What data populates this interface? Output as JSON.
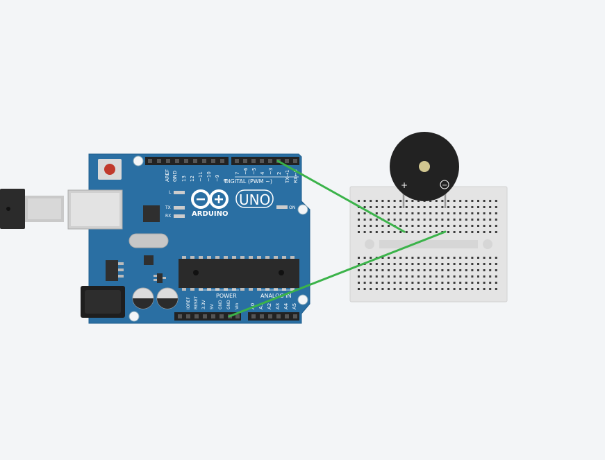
{
  "board": {
    "brand": "ARDUINO",
    "model": "UNO",
    "digital_header_label": "DIGITAL (PWM ~)",
    "power_label": "POWER",
    "analog_label": "ANALOG IN",
    "led_l": "L",
    "led_tx": "TX",
    "led_rx": "RX",
    "led_on": "ON",
    "digital_pins_group1": [
      "AREF",
      "GND",
      "13",
      "12",
      "~11",
      "~10",
      "~9",
      "8"
    ],
    "digital_pins_group2": [
      "7",
      "~6",
      "~5",
      "4",
      "~3",
      "2",
      "TX→1",
      "RX←0"
    ],
    "power_pins": [
      "IOREF",
      "RESET",
      "3.3V",
      "5V",
      "GND",
      "GND",
      "Vin"
    ],
    "analog_pins": [
      "A0",
      "A1",
      "A2",
      "A3",
      "A4",
      "A5"
    ],
    "color": "#2a6fa3"
  },
  "buzzer": {
    "plus_symbol": "+",
    "minus_symbol": "−",
    "color": "#222222"
  },
  "wires": {
    "color": "#3bb34a"
  },
  "breadboard": {
    "color": "#e4e4e4"
  }
}
